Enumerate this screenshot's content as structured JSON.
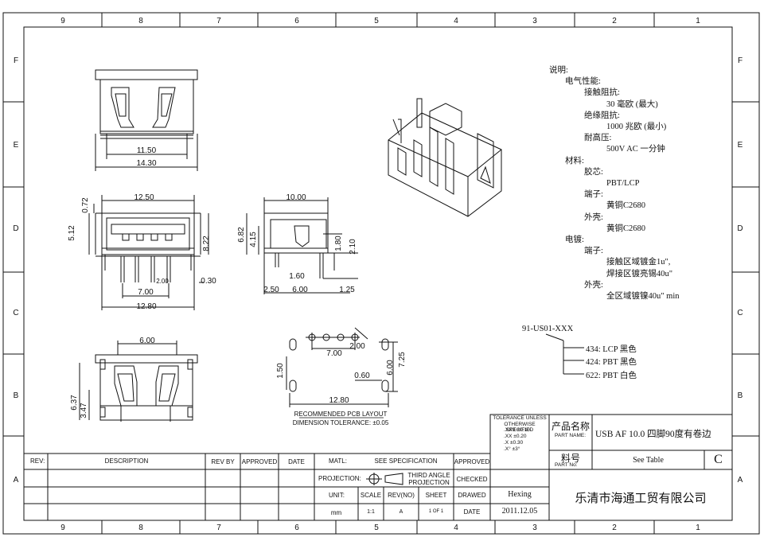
{
  "grid": {
    "columns_top": [
      "9",
      "8",
      "7",
      "6",
      "5",
      "4",
      "3",
      "2",
      "1"
    ],
    "columns_bottom": [
      "9",
      "8",
      "7",
      "6",
      "5",
      "4",
      "3",
      "2",
      "1"
    ],
    "rows_left": [
      "F",
      "E",
      "D",
      "C",
      "B",
      "A"
    ],
    "rows_right": [
      "F",
      "E",
      "D",
      "C",
      "B",
      "A"
    ]
  },
  "views": {
    "front_top": {
      "dims": [
        "11.50",
        "14.30"
      ]
    },
    "front_main": {
      "dims": [
        "12.50",
        "0.72",
        "5.12",
        "8.22",
        "2.00",
        "0.30",
        "7.00",
        "12.80"
      ]
    },
    "side": {
      "dims": [
        "10.00",
        "6.82",
        "4.15",
        "1.80",
        "2.10",
        "1.60",
        "2.50",
        "6.00",
        "1.25"
      ]
    },
    "bottom": {
      "dims": [
        "6.00",
        "6.37",
        "3.47"
      ]
    },
    "pcb": {
      "dims": [
        "2.00",
        "7.00",
        "1.50",
        "0.60",
        "6.00",
        "7.25",
        "12.80"
      ],
      "caption_1": "RECOMMENDED PCB LAYOUT",
      "caption_2": "DIMENSION TOLERANCE: ±0.05"
    }
  },
  "notes": [
    {
      "level": 0,
      "text": "说明:"
    },
    {
      "level": 1,
      "text": "电气性能:"
    },
    {
      "level": 2,
      "text": "接触阻抗:"
    },
    {
      "level": 3,
      "text": "30 毫欧 (最大)"
    },
    {
      "level": 2,
      "text": "绝缘阻抗:"
    },
    {
      "level": 3,
      "text": "1000 兆欧 (最小)"
    },
    {
      "level": 2,
      "text": "耐高压:"
    },
    {
      "level": 3,
      "text": "500V AC 一分钟"
    },
    {
      "level": 1,
      "text": "材料:"
    },
    {
      "level": 2,
      "text": "胶芯:"
    },
    {
      "level": 3,
      "text": "PBT/LCP"
    },
    {
      "level": 2,
      "text": "端子:"
    },
    {
      "level": 3,
      "text": "黄铜C2680"
    },
    {
      "level": 2,
      "text": "外壳:"
    },
    {
      "level": 3,
      "text": "黄铜C2680"
    },
    {
      "level": 1,
      "text": "电镀:"
    },
    {
      "level": 2,
      "text": "端子:"
    },
    {
      "level": 3,
      "text": "接触区域镀金1u\","
    },
    {
      "level": 3,
      "text": "焊接区镀亮锡40u\""
    },
    {
      "level": 2,
      "text": "外壳:"
    },
    {
      "level": 3,
      "text": "全区域镀镍40u\" min"
    }
  ],
  "variants": {
    "code": "91-US01-XXX",
    "items": [
      "434: LCP 黑色",
      "424: PBT 黑色",
      "622: PBT 白色"
    ]
  },
  "title_block": {
    "tolerance_title": "TOLERANCE UNLESS OTHERWISE SPECIFIED",
    "tolerances": [
      ".XXX ±0.10",
      ".XX ±0.20",
      ".X ±0.30",
      ".X° ±3°"
    ],
    "product_name_cn": "产品名称",
    "product_name_en": "PART NAME:",
    "product_name": "USB AF 10.0 四脚90度有卷边",
    "part_no_cn": "料号",
    "part_no_en": "PART No:",
    "part_no": "See Table",
    "revision": "C",
    "rev_header": "REV:",
    "description_header": "DESCRIPTION",
    "rev_by_header": "REV BY",
    "approved_header": "APPROVED",
    "date_header": "DATE",
    "matl_label": "MATL:",
    "matl_value": "SEE SPECIFICATION",
    "approved_label": "APPROVED",
    "projection_label": "PROJECTION:",
    "projection_value": "THIRD ANGLE PROJECTION",
    "checked_label": "CHECKED",
    "unit_label": "UNIT:",
    "scale_label": "SCALE",
    "rev_no_label": "REV(NO)",
    "sheet_label": "SHEET",
    "drawed_label": "DRAWED",
    "drawed_value": "Hexing",
    "unit_value": "mm",
    "scale_value": "1:1",
    "rev_no_value": "A",
    "sheet_value": "1 OF 1",
    "date_label": "DATE",
    "date_value": "2011.12.05",
    "company": "乐清市海通工贸有限公司"
  },
  "colors": {
    "line": "#111111",
    "background": "#ffffff"
  }
}
